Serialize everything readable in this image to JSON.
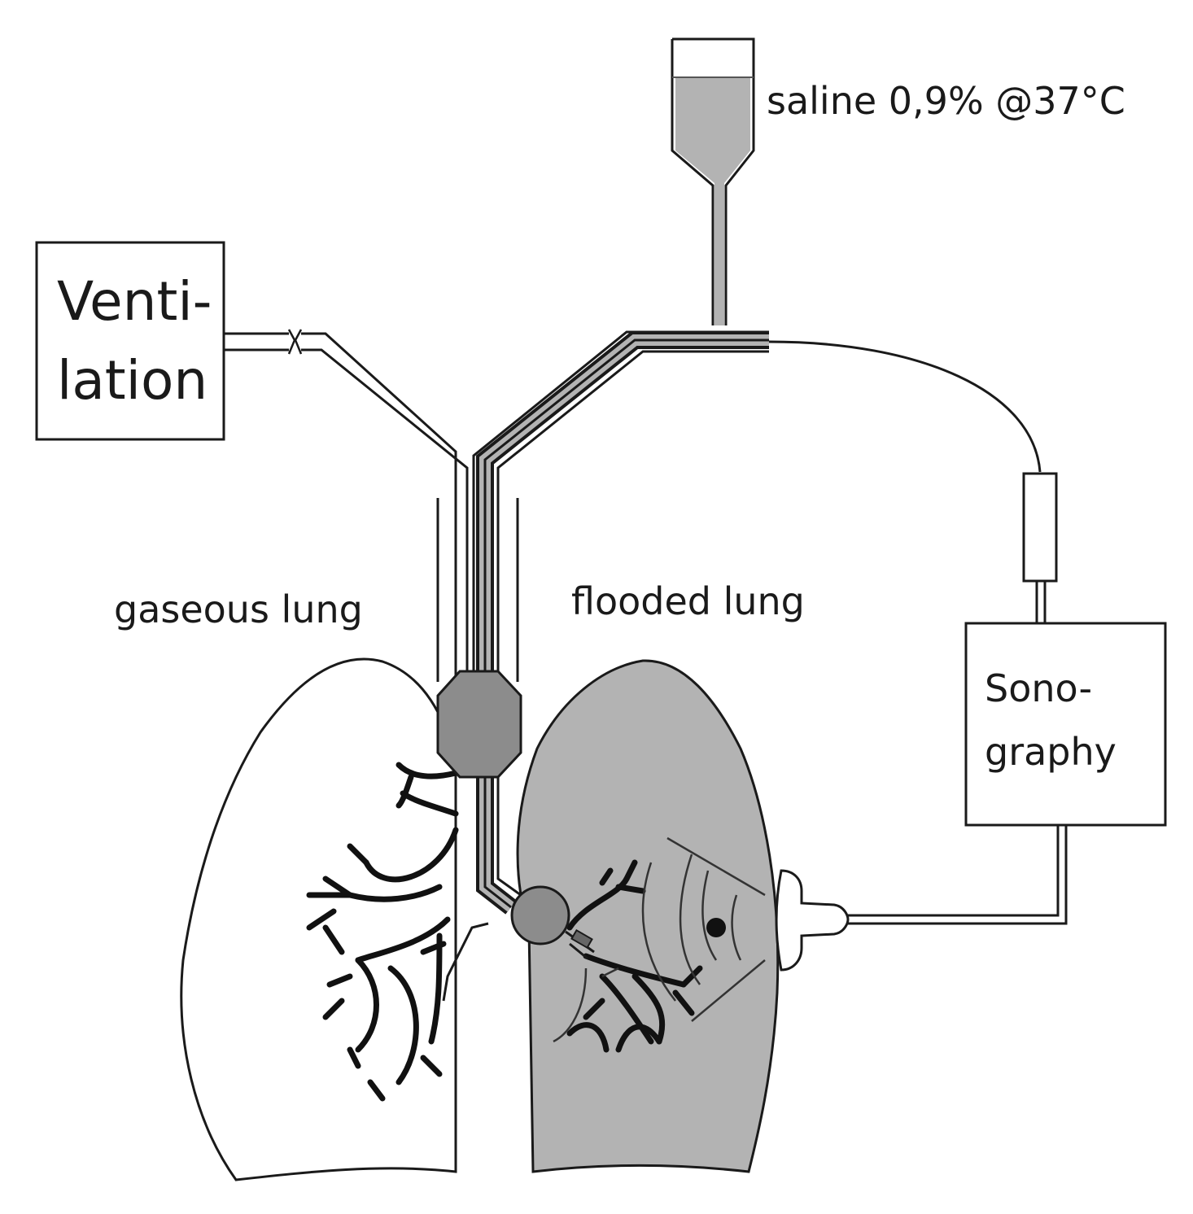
{
  "labels": {
    "saline": "saline 0,9% @37°C",
    "ventilation_line1": "Venti-",
    "ventilation_line2": "lation",
    "gaseous_lung": "gaseous lung",
    "flooded_lung": "flooded lung",
    "sonography_line1": "Sono-",
    "sonography_line2": "graphy"
  },
  "colors": {
    "line": "#1a1a1a",
    "fluid_fill": "#b3b3b3",
    "cuff_fill": "#8c8c8c",
    "background": "#ffffff"
  }
}
